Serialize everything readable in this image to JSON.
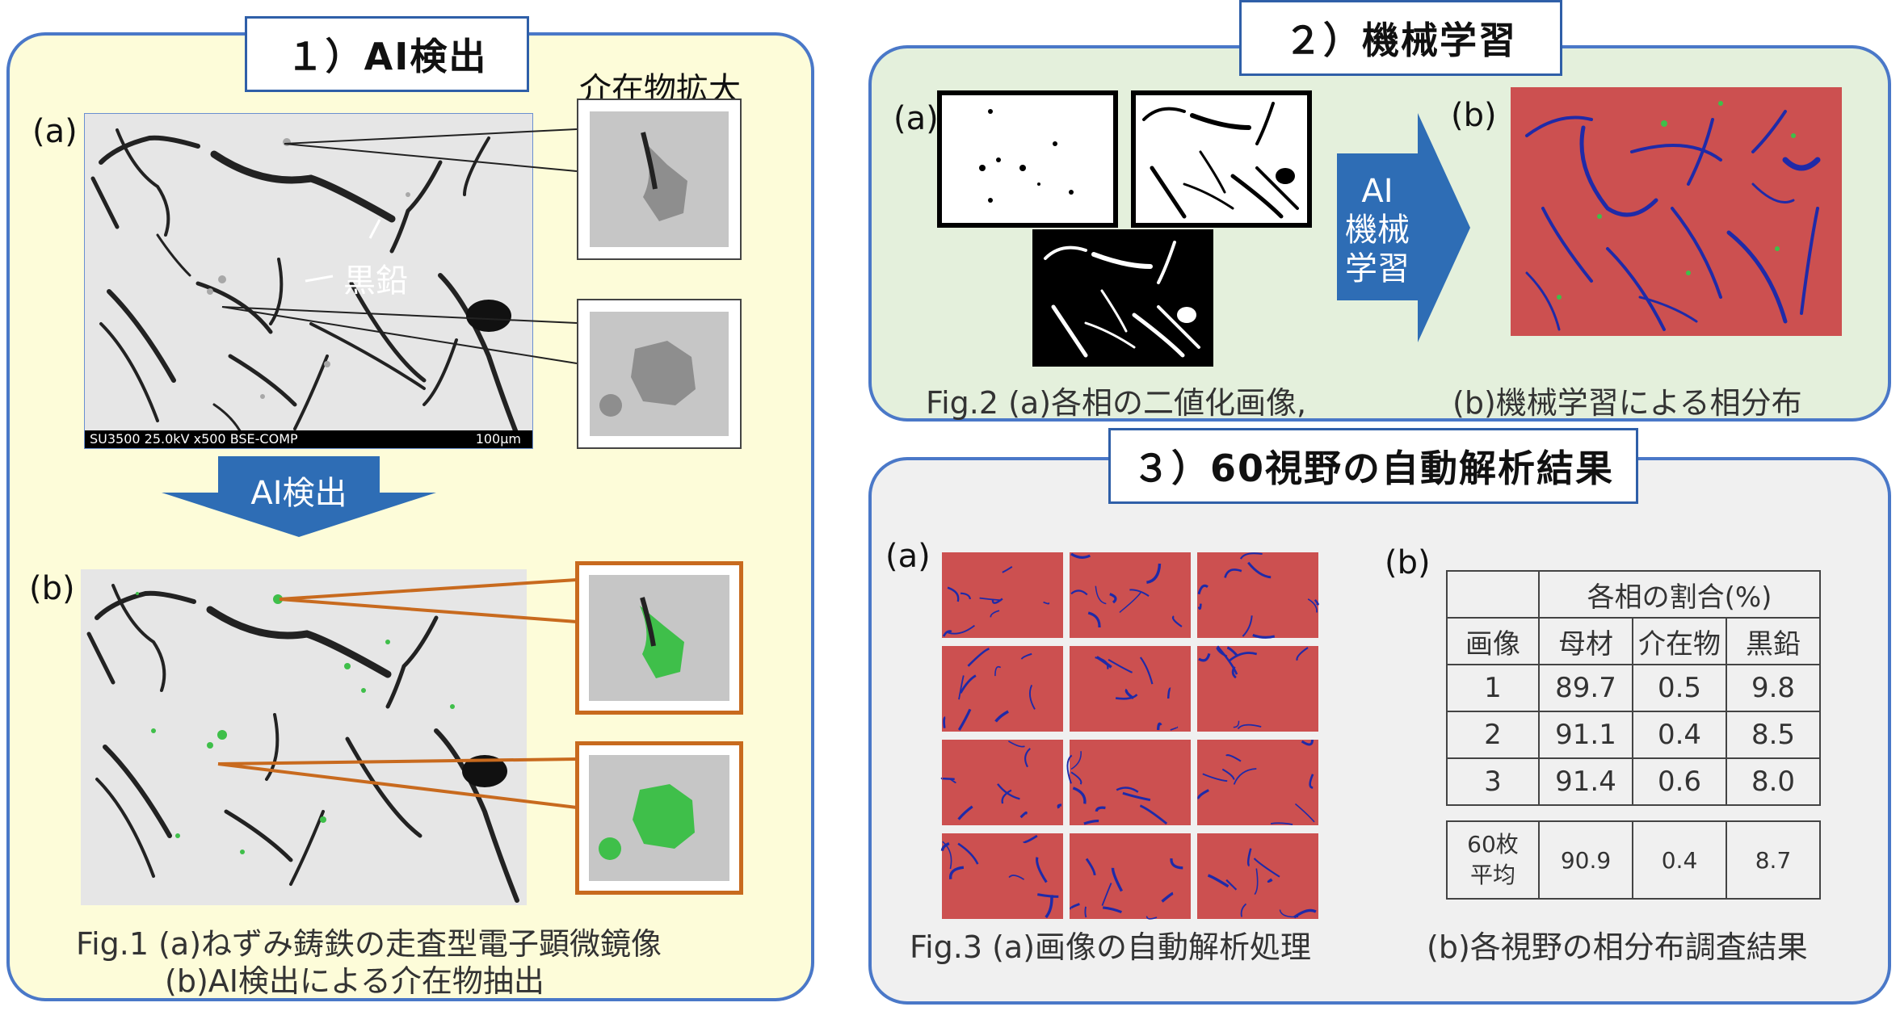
{
  "sec1": {
    "title": "１）AI検出",
    "zoom_label": "介在物拡大",
    "label_a": "(a)",
    "label_b": "(b)",
    "graphite_label": "黒鉛",
    "sem_info": "SU3500 25.0kV x500 BSE-COMP",
    "scale_bar": "100μm",
    "arrow_label": "AI検出",
    "caption_line1": "Fig.1 (a)ねずみ鋳鉄の走査型電子顕微鏡像",
    "caption_line2": "(b)AI検出による介在物抽出"
  },
  "sec2": {
    "title": "２）機械学習",
    "label_a": "(a)",
    "label_b": "(b)",
    "arrow_label_1": "AI",
    "arrow_label_2": "機械",
    "arrow_label_3": "学習",
    "caption_a": "Fig.2 (a)各相の二値化画像,",
    "caption_b": "(b)機械学習による相分布"
  },
  "sec3": {
    "title": "３）60視野の自動解析結果",
    "label_a": "(a)",
    "label_b": "(b)",
    "caption_a": "Fig.3 (a)画像の自動解析処理",
    "caption_b": "(b)各視野の相分布調査結果",
    "table": {
      "group_header": "各相の割合(%)",
      "col_image": "画像",
      "col_matrix": "母材",
      "col_inclusion": "介在物",
      "col_graphite": "黒鉛",
      "rows": [
        {
          "id": "1",
          "matrix": "89.7",
          "inclusion": "0.5",
          "graphite": "9.8"
        },
        {
          "id": "2",
          "matrix": "91.1",
          "inclusion": "0.4",
          "graphite": "8.5"
        },
        {
          "id": "3",
          "matrix": "91.4",
          "inclusion": "0.6",
          "graphite": "8.0"
        }
      ],
      "avg_label_1": "60枚",
      "avg_label_2": "平均",
      "avg_matrix": "90.9",
      "avg_inclusion": "0.4",
      "avg_graphite": "8.7"
    }
  },
  "colors": {
    "panel1_bg": "#fdfcd9",
    "panel2_bg": "#e4f0dc",
    "panel3_bg": "#f0f0f0",
    "panel_border": "#4a78c8",
    "arrow_blue": "#2e6db5",
    "matrix_red": "#cc5050",
    "graphite_blue": "#1f2aa8",
    "inclusion_green": "#3fbf4a",
    "zoom_frame_orange": "#c86a1e"
  }
}
